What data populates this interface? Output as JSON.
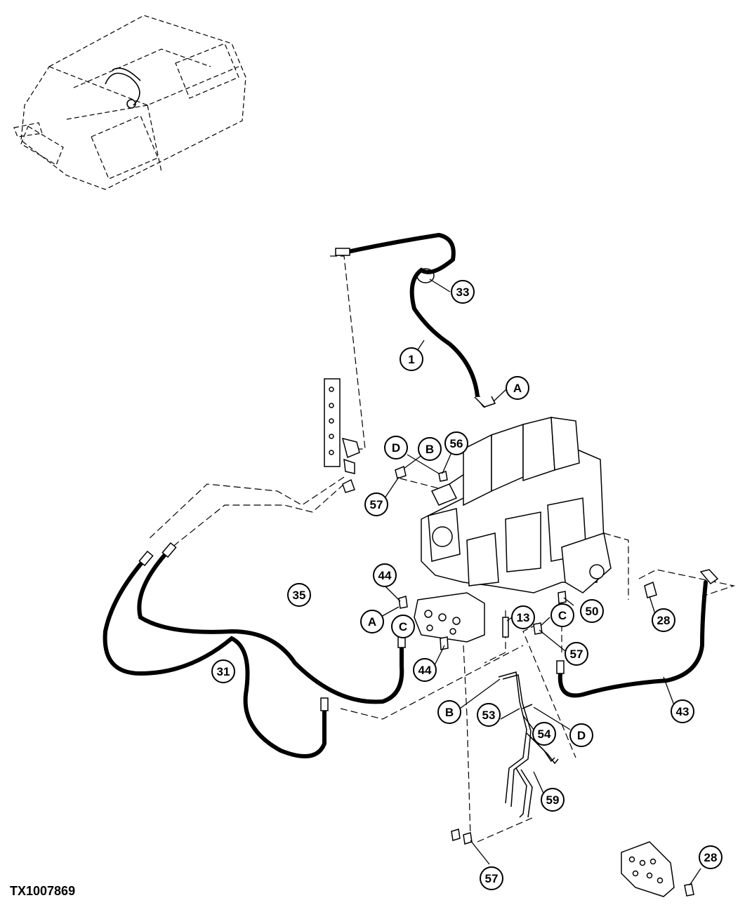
{
  "figure_id": "TX1007869",
  "callouts": [
    {
      "label": "33"
    },
    {
      "label": "1"
    },
    {
      "label": "A"
    },
    {
      "label": "D"
    },
    {
      "label": "B"
    },
    {
      "label": "56"
    },
    {
      "label": "57"
    },
    {
      "label": "44"
    },
    {
      "label": "35"
    },
    {
      "label": "A"
    },
    {
      "label": "C"
    },
    {
      "label": "13"
    },
    {
      "label": "C"
    },
    {
      "label": "50"
    },
    {
      "label": "28"
    },
    {
      "label": "31"
    },
    {
      "label": "44"
    },
    {
      "label": "57"
    },
    {
      "label": "43"
    },
    {
      "label": "B"
    },
    {
      "label": "53"
    },
    {
      "label": "54"
    },
    {
      "label": "D"
    },
    {
      "label": "59"
    },
    {
      "label": "57"
    },
    {
      "label": "28"
    }
  ]
}
